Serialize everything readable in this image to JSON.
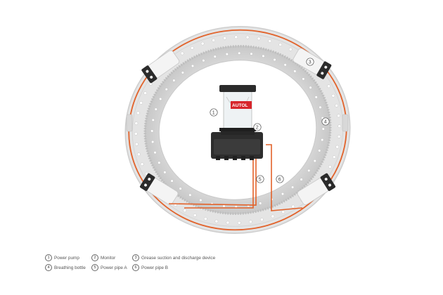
{
  "callouts": [
    {
      "id": "1",
      "name": "callout-power-pump"
    },
    {
      "id": "2",
      "name": "callout-monitor"
    },
    {
      "id": "3",
      "name": "callout-grease-device"
    },
    {
      "id": "4",
      "name": "callout-breathing-bottle"
    },
    {
      "id": "5",
      "name": "callout-power-pipe-a"
    },
    {
      "id": "6",
      "name": "callout-power-pipe-b"
    }
  ],
  "pump": {
    "brand": "AUTOL"
  },
  "legend": {
    "row1": [
      {
        "num": "1",
        "label": "Power pump"
      },
      {
        "num": "2",
        "label": "Monitor"
      },
      {
        "num": "3",
        "label": "Grease suction and discharge device"
      }
    ],
    "row2": [
      {
        "num": "4",
        "label": "Breathing bottle"
      },
      {
        "num": "5",
        "label": "Power pipe A"
      },
      {
        "num": "6",
        "label": "Power pipe B"
      }
    ]
  },
  "colors": {
    "ring": "#e3e3e3",
    "ring_edge": "#cfcfcf",
    "pipe": "#e2622a",
    "brand_red": "#d7262c",
    "dark": "#2b2b2b"
  }
}
